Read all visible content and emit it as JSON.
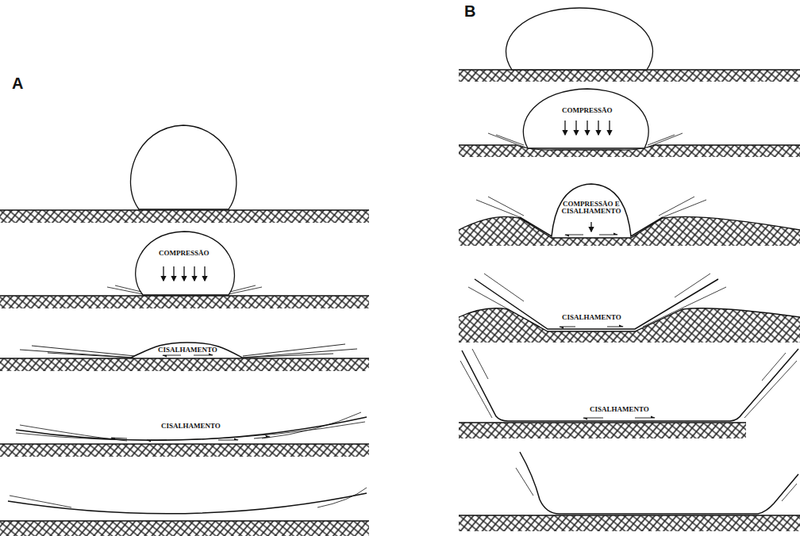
{
  "diagram": {
    "labels": [
      "A",
      "B",
      "COMPRESSÃO",
      "CISALHAMENTO",
      "CISALHAMENTO",
      "COMPRESSÃO",
      "COMPRESSÃO E CISALHAMENTO",
      "CISALHAMENTO",
      "CISALHAMENTO"
    ]
  }
}
